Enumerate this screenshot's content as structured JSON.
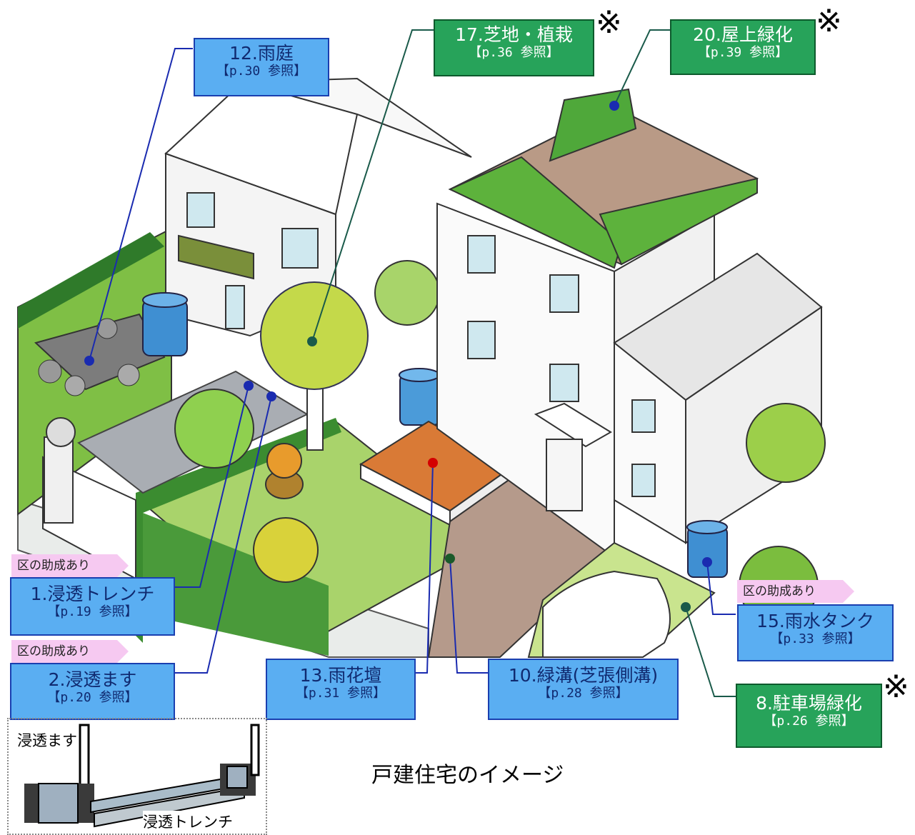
{
  "labels": {
    "l12": {
      "title": "12.雨庭",
      "ref": "【p.30 参照】"
    },
    "l17": {
      "title": "17.芝地・植栽",
      "ref": "【p.36 参照】"
    },
    "l20": {
      "title": "20.屋上緑化",
      "ref": "【p.39 参照】"
    },
    "l1": {
      "title": "1.浸透トレンチ",
      "ref": "【p.19 参照】"
    },
    "l2": {
      "title": "2.浸透ます",
      "ref": "【p.20 参照】"
    },
    "l13": {
      "title": "13.雨花壇",
      "ref": "【p.31 参照】"
    },
    "l10": {
      "title": "10.緑溝(芝張側溝)",
      "ref": "【p.28 参照】"
    },
    "l15": {
      "title": "15.雨水タンク",
      "ref": "【p.33 参照】"
    },
    "l8": {
      "title": "8.駐車場緑化",
      "ref": "【p.26 参照】"
    }
  },
  "badges": {
    "b1": "区の助成あり",
    "b2": "区の助成あり",
    "b15": "区の助成あり"
  },
  "marks": {
    "m17": "※",
    "m20": "※",
    "m8": "※"
  },
  "caption": "戸建住宅のイメージ",
  "inset": {
    "masu": "浸透ます",
    "trench": "浸透トレンチ"
  },
  "colors": {
    "blue_label": "#5aaef2",
    "green_label": "#27a35a",
    "badge": "#f6c9f1"
  }
}
